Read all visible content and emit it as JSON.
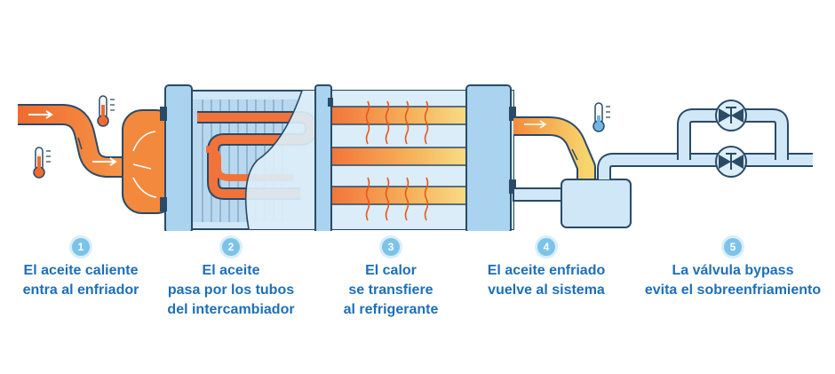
{
  "colors": {
    "hot_oil": "#f07a3a",
    "cooled_oil": "#f7cf6a",
    "steel_blue": "#a9d3ef",
    "outline": "#2b4a66",
    "text": "#1d6fb8",
    "badge": "#7cc3e8"
  },
  "steps": [
    {
      "number": "1",
      "text": "El aceite caliente\nentra al enfriador"
    },
    {
      "number": "2",
      "text": "El aceite\npasa por los tubos\ndel intercambiador"
    },
    {
      "number": "3",
      "text": "El calor\nse transfiere\nal refrigerante"
    },
    {
      "number": "4",
      "text": "El aceite enfriado\nvuelve al sistema"
    },
    {
      "number": "5",
      "text": "La válvula bypass\nevita el sobreenfriamiento"
    }
  ],
  "icons": [
    "thermometer-icon",
    "arrow-icon",
    "valve-icon",
    "heat-wave-icon"
  ]
}
